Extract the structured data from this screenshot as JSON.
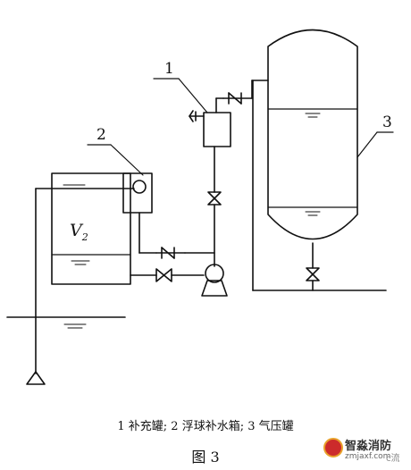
{
  "labels": {
    "item_1": "1",
    "item_2": "2",
    "item_3": "3",
    "volume": "V",
    "volume_sub": "2"
  },
  "legend": "1 补充罐; 2 浮球补水箱; 3 气压罐",
  "figure_title": "图 3",
  "watermark": {
    "name": "智淼消防",
    "url": "zmjaxf.com",
    "tail": "c流"
  }
}
